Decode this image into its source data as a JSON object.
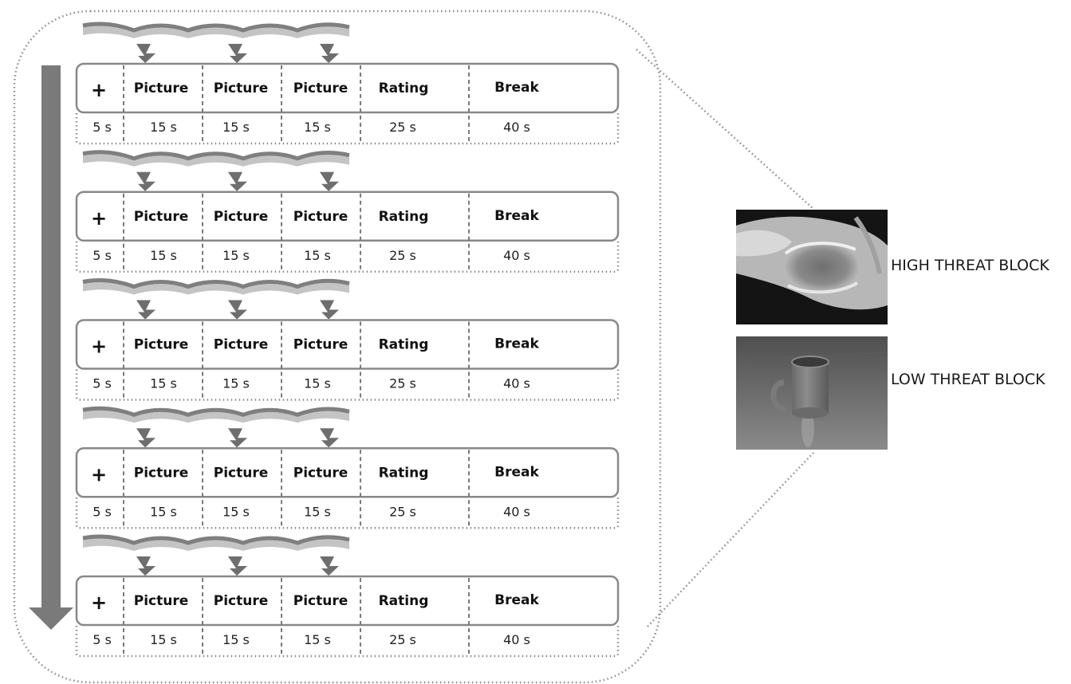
{
  "diagram": {
    "fixation_symbol": "+",
    "segments": [
      {
        "label": "Picture"
      },
      {
        "label": "Picture"
      },
      {
        "label": "Picture"
      },
      {
        "label": "Rating"
      },
      {
        "label": "Break"
      }
    ],
    "durations": [
      "5 s",
      "15 s",
      "15 s",
      "15 s",
      "25 s",
      "40 s"
    ],
    "block_count": 5
  },
  "examples": [
    {
      "label": "HIGH THREAT BLOCK",
      "image": "burned-hand-photo"
    },
    {
      "label": "LOW THREAT BLOCK",
      "image": "coffee-mug-photo"
    }
  ],
  "colors": {
    "arrow": "#7a7a7a",
    "box_border": "#888888",
    "dots": "#8c8c8c",
    "wave_dark": "#7f7f7f",
    "wave_light": "#c4c4c4",
    "bolt": "#6e6e6e"
  }
}
